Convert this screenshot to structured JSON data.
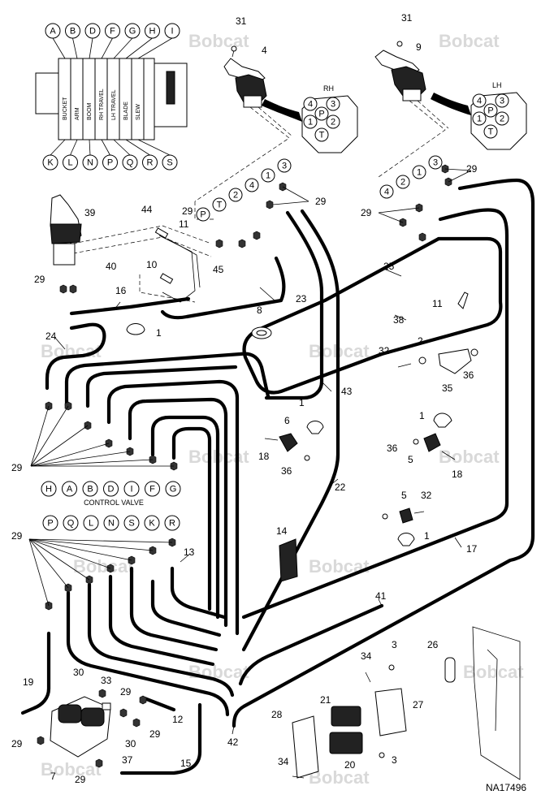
{
  "figure_id": "NA17496",
  "watermark": "Bobcat",
  "valve_labels": [
    "BUCKET",
    "ARM",
    "BOOM",
    "RH TRAVEL",
    "LH TRAVEL",
    "BLADE",
    "SLEW"
  ],
  "valve_top_ports": [
    "A",
    "B",
    "D",
    "F",
    "G",
    "H",
    "I"
  ],
  "valve_bottom_ports": [
    "K",
    "L",
    "N",
    "P",
    "Q",
    "R",
    "S"
  ],
  "rh_label": "RH",
  "lh_label": "LH",
  "rh_pattern": [
    "4",
    "3",
    "1",
    "2",
    "P",
    "T"
  ],
  "lh_pattern": [
    "4",
    "3",
    "1",
    "2",
    "P",
    "T"
  ],
  "rh_port_row": [
    "P",
    "T",
    "2",
    "4",
    "1",
    "3"
  ],
  "lh_port_row": [
    "4",
    "2",
    "1",
    "3"
  ],
  "control_valve_row_1": [
    "H",
    "A",
    "B",
    "D",
    "I",
    "F",
    "G"
  ],
  "control_valve_caption": "CONTROL VALVE",
  "control_valve_row_2": [
    "P",
    "Q",
    "L",
    "N",
    "S",
    "K",
    "R"
  ],
  "callouts": {
    "c31a": "31",
    "c4": "4",
    "c31b": "31",
    "c9": "9",
    "c29a": "29",
    "c29b": "29",
    "c29c": "29",
    "c29d": "29",
    "c39": "39",
    "c44": "44",
    "c11": "11",
    "c40": "40",
    "c10": "10",
    "c45": "45",
    "c29e": "29",
    "c16": "16",
    "c23": "23",
    "c8": "8",
    "c25": "25",
    "c1a": "1",
    "c38": "38",
    "c24": "24",
    "c1b": "1",
    "c43": "43",
    "c32a": "32",
    "c2": "2",
    "c36a": "36",
    "c35": "35",
    "c1c": "1",
    "c6": "6",
    "c1d": "1",
    "c18a": "18",
    "c36b": "36",
    "c36c": "36",
    "c5a": "5",
    "c18b": "18",
    "c29f": "29",
    "c22": "22",
    "c5b": "5",
    "c32b": "32",
    "c14": "14",
    "c1e": "1",
    "c17": "17",
    "c29g": "29",
    "c13": "13",
    "c41": "41",
    "c19": "19",
    "c34a": "34",
    "c3a": "3",
    "c26": "26",
    "c30a": "30",
    "c33": "33",
    "c29h": "29",
    "c21": "21",
    "c27": "27",
    "c28": "28",
    "c12": "12",
    "c29i": "29",
    "c30b": "30",
    "c29j": "29",
    "c37": "37",
    "c42": "42",
    "c20": "20",
    "c15": "15",
    "c7": "7",
    "c29k": "29",
    "c34b": "34",
    "c3b": "3",
    "c1f": "1"
  }
}
